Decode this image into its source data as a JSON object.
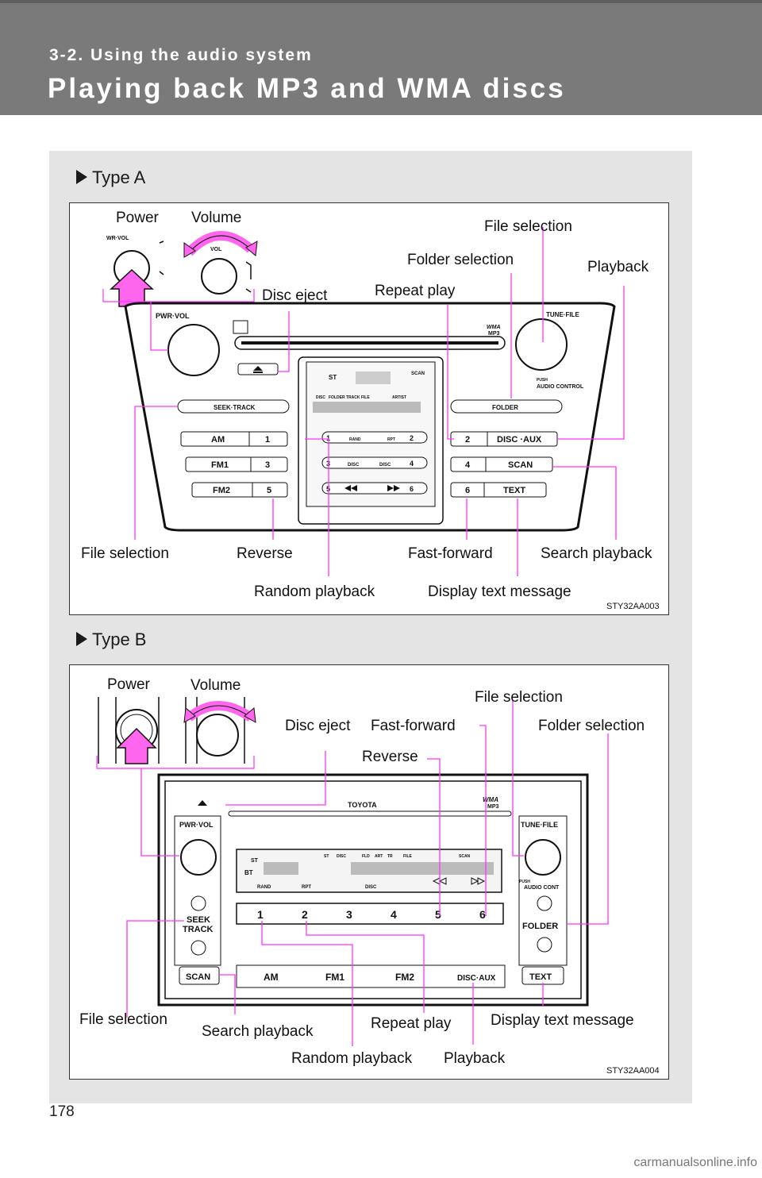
{
  "header": {
    "section": "3-2. Using the audio system",
    "title": "Playing back MP3 and WMA discs"
  },
  "colors": {
    "header_bg": "#7a7a7a",
    "panel_bg": "#e4e4e4",
    "callout": "#ff33ff"
  },
  "type_a": {
    "label": "Type A",
    "code": "STY32AA003",
    "labels": {
      "power": "Power",
      "volume": "Volume",
      "file_selection_top": "File selection",
      "folder_selection": "Folder selection",
      "playback": "Playback",
      "repeat_play": "Repeat play",
      "disc_eject": "Disc eject",
      "file_selection_left": "File selection",
      "reverse": "Reverse",
      "fast_forward": "Fast-forward",
      "search_playback": "Search playback",
      "random_playback": "Random playback",
      "display_text_message": "Display text message"
    },
    "unit": {
      "pwr_vol": "PWR·VOL",
      "wr_vol": "WR·VOL",
      "vol": "VOL",
      "tune_file": "TUNE·FILE",
      "wma": "WMA",
      "mp3": "MP3",
      "push": "PUSH",
      "audio_control": "AUDIO CONTROL",
      "seek_track": "SEEK·TRACK",
      "folder": "FOLDER",
      "am": "AM",
      "fm1": "FM1",
      "fm2": "FM2",
      "disc_aux": "DISC ·AUX",
      "scan": "SCAN",
      "text": "TEXT",
      "rand": "RAND",
      "rpt": "RPT",
      "disc": "DISC",
      "st": "ST",
      "artist": "ARTIST",
      "folder_track_file": "FOLDER TRACK FILE",
      "n1": "1",
      "n2": "2",
      "n3": "3",
      "n4": "4",
      "n5": "5",
      "n6": "6"
    }
  },
  "type_b": {
    "label": "Type B",
    "code": "STY32AA004",
    "labels": {
      "power": "Power",
      "volume": "Volume",
      "file_selection_top": "File selection",
      "disc_eject": "Disc eject",
      "fast_forward": "Fast-forward",
      "folder_selection": "Folder selection",
      "reverse": "Reverse",
      "file_selection_left": "File selection",
      "search_playback": "Search playback",
      "repeat_play": "Repeat play",
      "display_text_message": "Display text message",
      "random_playback": "Random playback",
      "playback": "Playback"
    },
    "unit": {
      "toyota": "TOYOTA",
      "pwr_vol": "PWR·VOL",
      "tune_file": "TUNE·FILE",
      "wma": "WMA",
      "mp3": "MP3",
      "push": "PUSH",
      "audio_cont": "AUDIO CONT",
      "seek": "SEEK",
      "track": "TRACK",
      "folder": "FOLDER",
      "scan": "SCAN",
      "am": "AM",
      "fm1": "FM1",
      "fm2": "FM2",
      "disc_aux": "DISC·AUX",
      "text": "TEXT",
      "rand": "RAND",
      "rpt": "RPT",
      "disc": "DISC",
      "bt": "BT",
      "st": "ST",
      "fld": "FLD",
      "art": "ART",
      "tr": "TR",
      "file": "FILE",
      "n1": "1",
      "n2": "2",
      "n3": "3",
      "n4": "4",
      "n5": "5",
      "n6": "6"
    }
  },
  "page_number": "178",
  "watermark": "carmanualsonline.info"
}
